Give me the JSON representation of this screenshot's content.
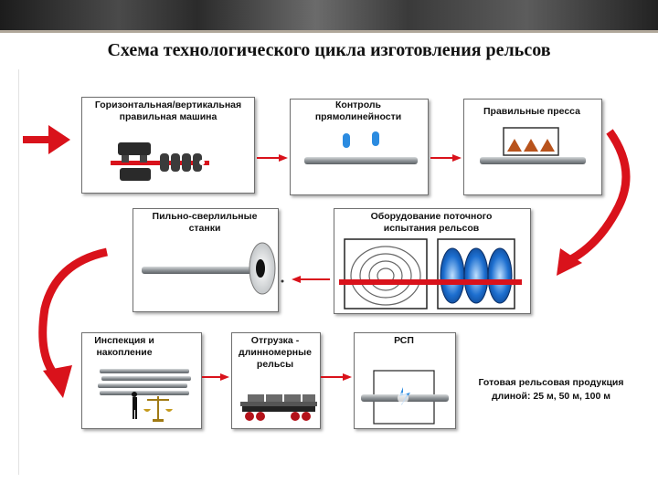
{
  "title": "Схема технологического цикла изготовления рельсов",
  "steps": {
    "straightening_machine": "Горизонтальная/вертикальная правильная машина",
    "straightness_control": "Контроль прямолинейности",
    "straightening_press": "Правильные пресса",
    "inline_testing": "Оборудование поточного испытания рельсов",
    "saw_drill": "Пильно-сверлильные станки",
    "inspection": "Инспекция и накопление",
    "shipping_long": "Отгрузка - длинномерные рельсы",
    "rsp": "РСП"
  },
  "result_note": "Готовая рельсовая продукция длиной: 25 м, 50 м, 100 м",
  "colors": {
    "arrow_red": "#d9121b",
    "box_border": "#6f6f6f",
    "rail_gray": "#8f9498",
    "roller_blue": "#1d6fd0",
    "press_brown": "#b8531c"
  }
}
